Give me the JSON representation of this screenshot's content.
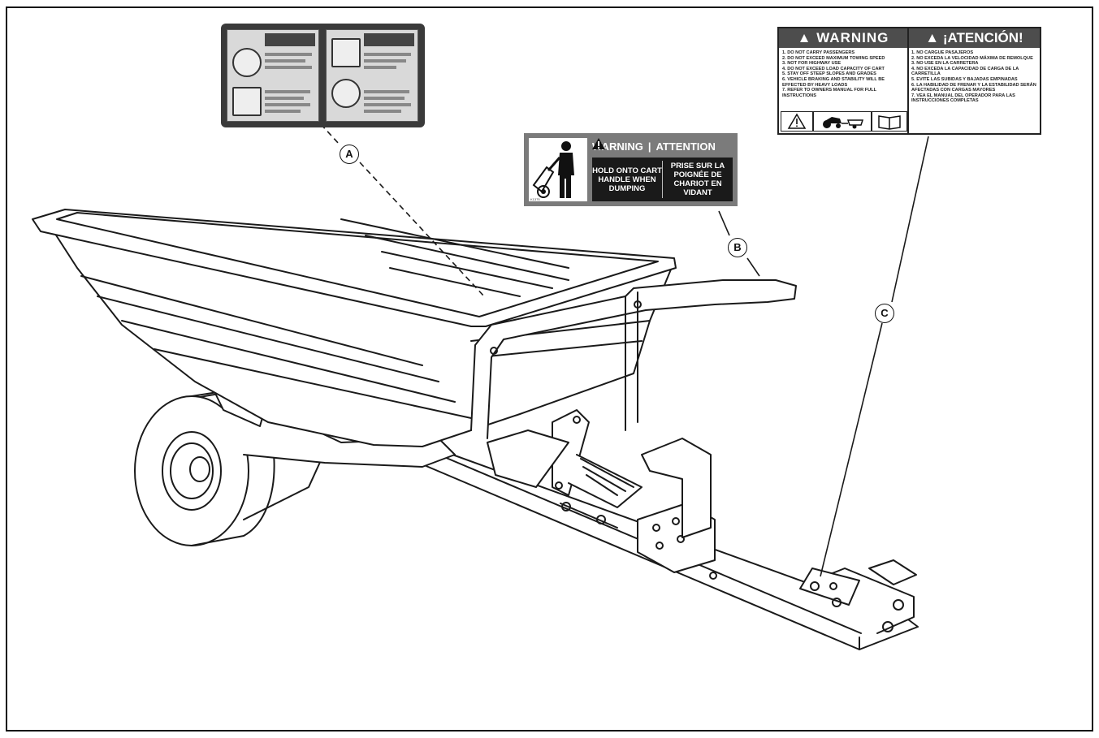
{
  "callouts": {
    "a": "A",
    "b": "B",
    "c": "C"
  },
  "decal_b": {
    "heading_warning": "WARNING",
    "heading_separator": "|",
    "heading_attention": "ATTENTION",
    "text_en": "HOLD ONTO CART HANDLE WHEN DUMPING",
    "text_fr": "PRISE SUR LA POIGNÉE DE CHARIOT EN VIDANT",
    "code": "K1375"
  },
  "decal_c": {
    "heading_en": "WARNING",
    "heading_es": "¡ATENCIÓN!",
    "items_en": [
      "1. DO NOT CARRY PASSENGERS",
      "2. DO NOT EXCEED MAXIMUM TOWING SPEED",
      "3. NOT FOR HIGHWAY USE",
      "4. DO NOT EXCEED LOAD CAPACITY OF CART",
      "5. STAY OFF STEEP SLOPES AND GRADES",
      "6. VEHICLE BRAKING AND STABILITY WILL BE EFFECTED BY HEAVY LOADS",
      "7. REFER TO OWNERS MANUAL FOR FULL INSTRUCTIONS"
    ],
    "items_es": [
      "1. NO CARGUE PASAJEROS",
      "2. NO EXCEDA LA VELOCIDAD MÁXIMA DE REMOLQUE",
      "3. NO USE EN LA CARRETERA",
      "4. NO EXCEDA LA CAPACIDAD DE CARGA DE LA CARRETILLA",
      "5. EVITE LAS SUBIDAS Y BAJADAS EMPINADAS",
      "6. LA HABILIDAD DE FRENAR Y LA ESTABILIDAD SERÁN AFECTADAS CON CARGAS MAYORES",
      "7. VEA EL MANUAL DEL OPERADOR PARA LAS INSTRUCCIONES COMPLETAS"
    ]
  },
  "colors": {
    "line": "#1a1a1a",
    "decal_dark": "#3a3a3a",
    "decal_grey": "#7b7b7b",
    "header_grey": "#4d4d4d"
  }
}
